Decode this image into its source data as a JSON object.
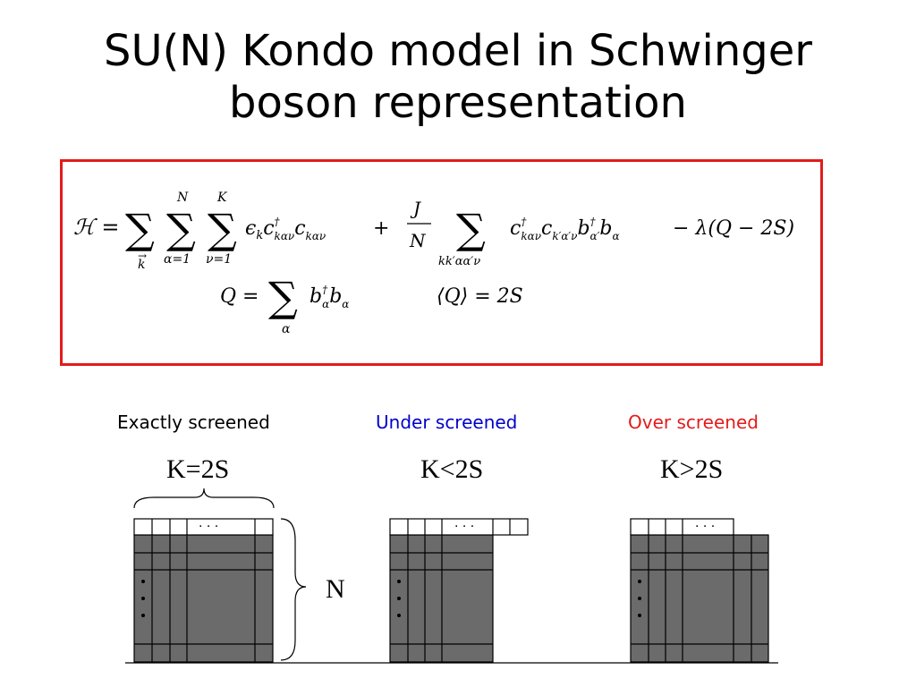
{
  "title": {
    "line1": "SU(N) Kondo model in Schwinger",
    "line2": "boson representation"
  },
  "equations": {
    "hamiltonian_lhs": "ℋ =",
    "sum_k_sub": "k",
    "sum_alpha_sup": "N",
    "sum_alpha_sub": "α=1",
    "sum_nu_sup": "K",
    "sum_nu_sub": "ν=1",
    "kinetic_term": "ϵ",
    "plus": "+",
    "frac_num": "J",
    "frac_den": "N",
    "sum4_sub": "kk′αα′ν",
    "tail": "− λ(Q − 2S)",
    "q_lhs": "Q =",
    "q_sum_sub": "α",
    "q_avg": "⟨Q⟩ = 2S"
  },
  "cases": [
    {
      "label": "Exactly screened",
      "color": "#000000",
      "condition": "K=2S"
    },
    {
      "label": "Under screened",
      "color": "#0000cc",
      "condition": "K<2S"
    },
    {
      "label": "Over screened",
      "color": "#e31b1b",
      "condition": "K>2S"
    }
  ],
  "diagram": {
    "n_label": "N",
    "dots": "· · ·"
  },
  "colors": {
    "box_border": "#e31b1b",
    "cell_fill": "#6b6b6b"
  }
}
